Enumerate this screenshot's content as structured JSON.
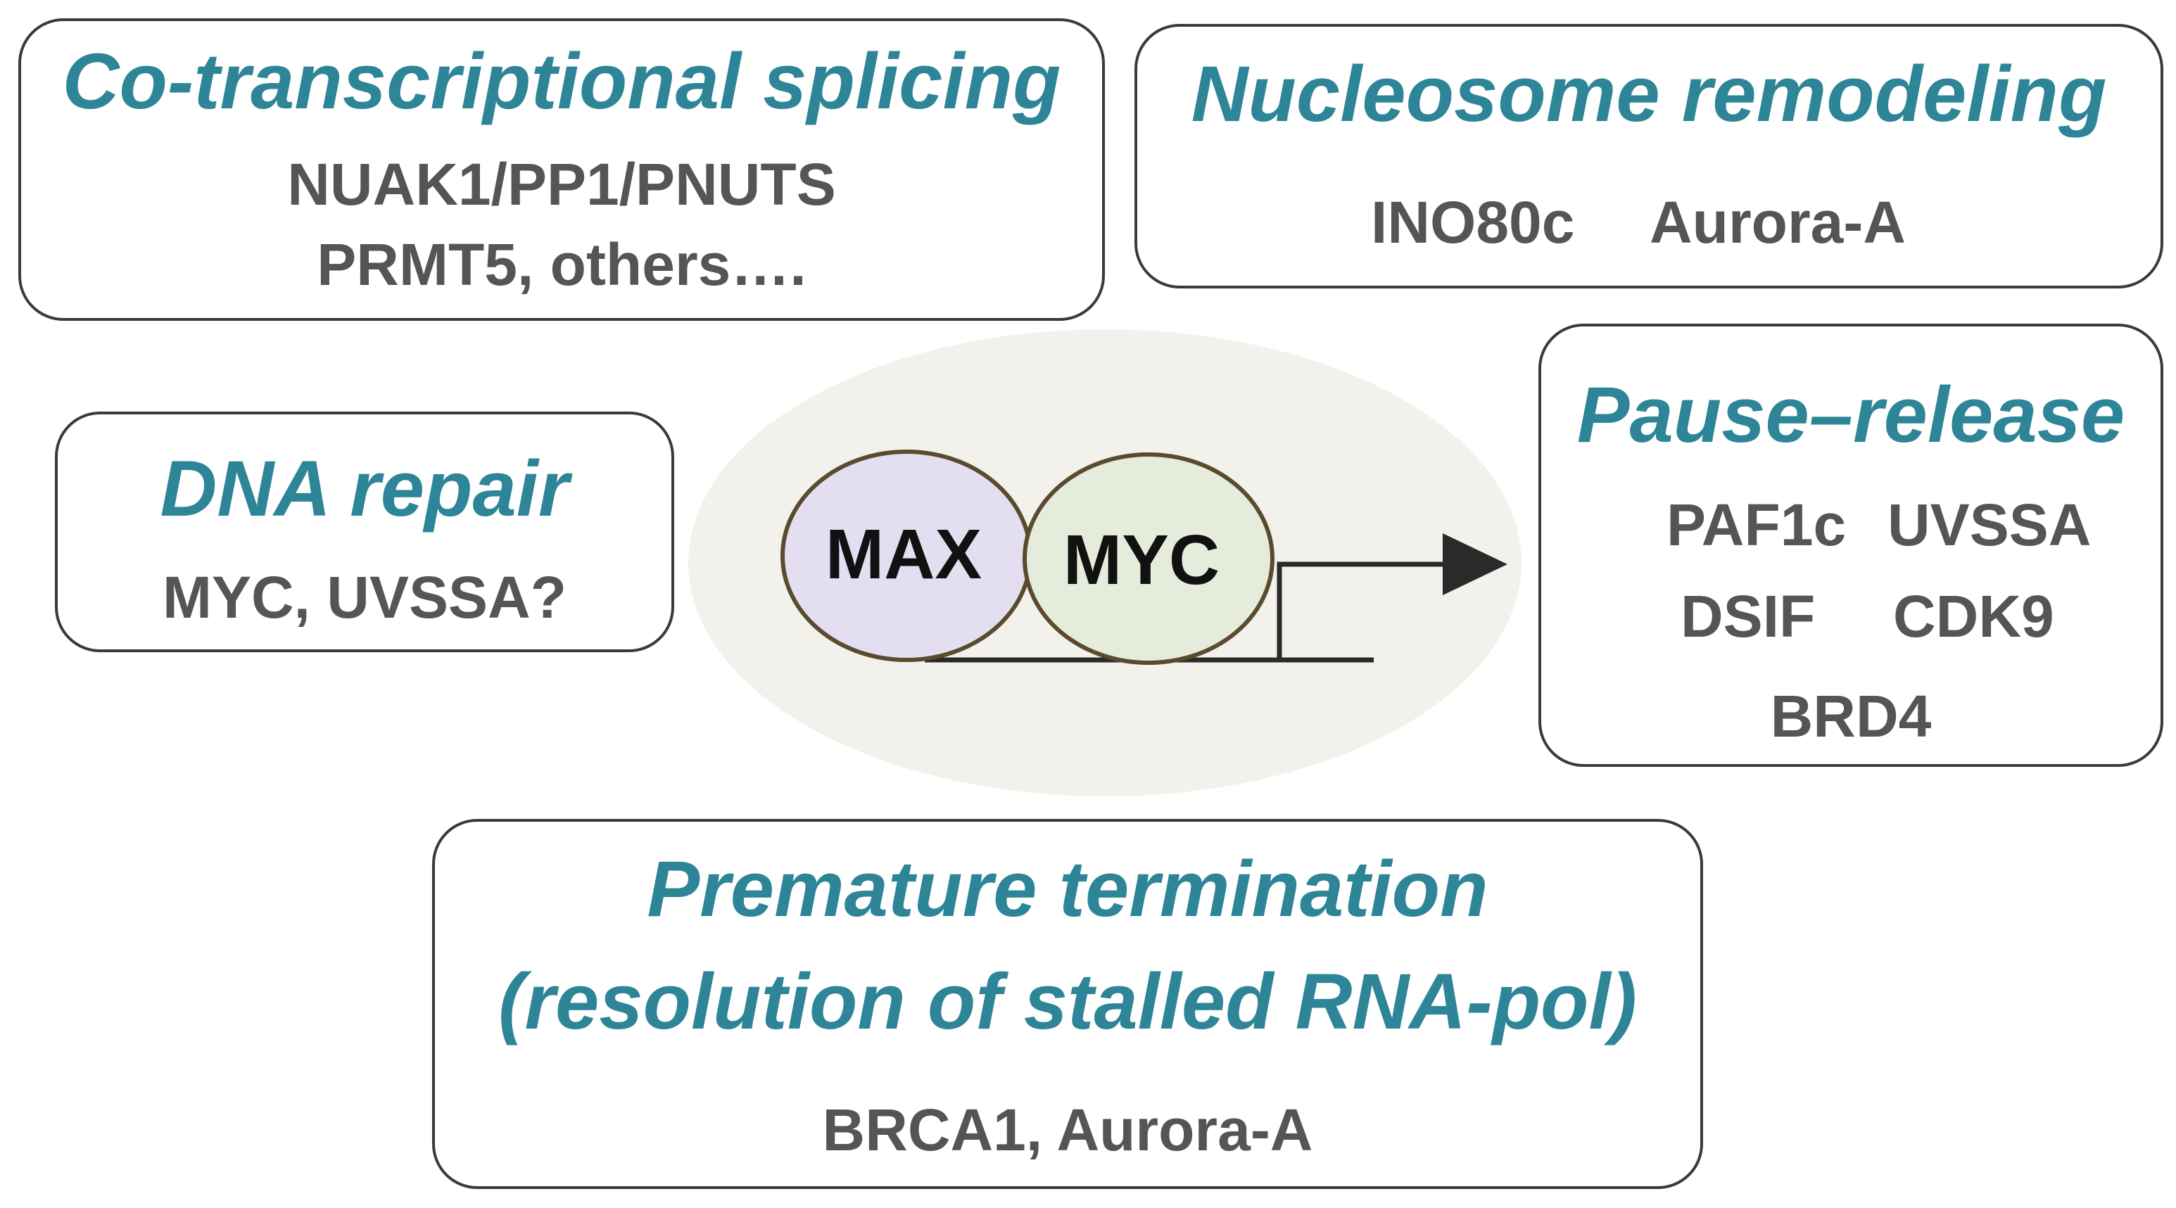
{
  "boxes": {
    "splicing": {
      "title": "Co-transcriptional splicing",
      "line1": "NUAK1/PP1/PNUTS",
      "line2": "PRMT5, others…."
    },
    "nucleosome": {
      "title": "Nucleosome remodeling",
      "items": [
        "INO80c",
        "Aurora-A"
      ]
    },
    "dna_repair": {
      "title": "DNA repair",
      "line1": "MYC, UVSSA?"
    },
    "pause_release": {
      "title": "Pause–release",
      "items": [
        "PAF1c",
        "UVSSA",
        "DSIF",
        "CDK9",
        "BRD4"
      ]
    },
    "termination": {
      "title_line1": "Premature termination",
      "title_line2": "(resolution of stalled RNA-pol)",
      "line1": "BRCA1, Aurora-A"
    }
  },
  "center": {
    "left_protein": "MAX",
    "right_protein": "MYC"
  },
  "colors": {
    "title": "#2e8597",
    "item_text": "#555555",
    "border": "#3a3a3a",
    "background_oval": "#f2f1ec",
    "max_fill": "#e4dff0",
    "myc_fill": "#e6ecdc",
    "protein_border": "#5a4a2e"
  }
}
